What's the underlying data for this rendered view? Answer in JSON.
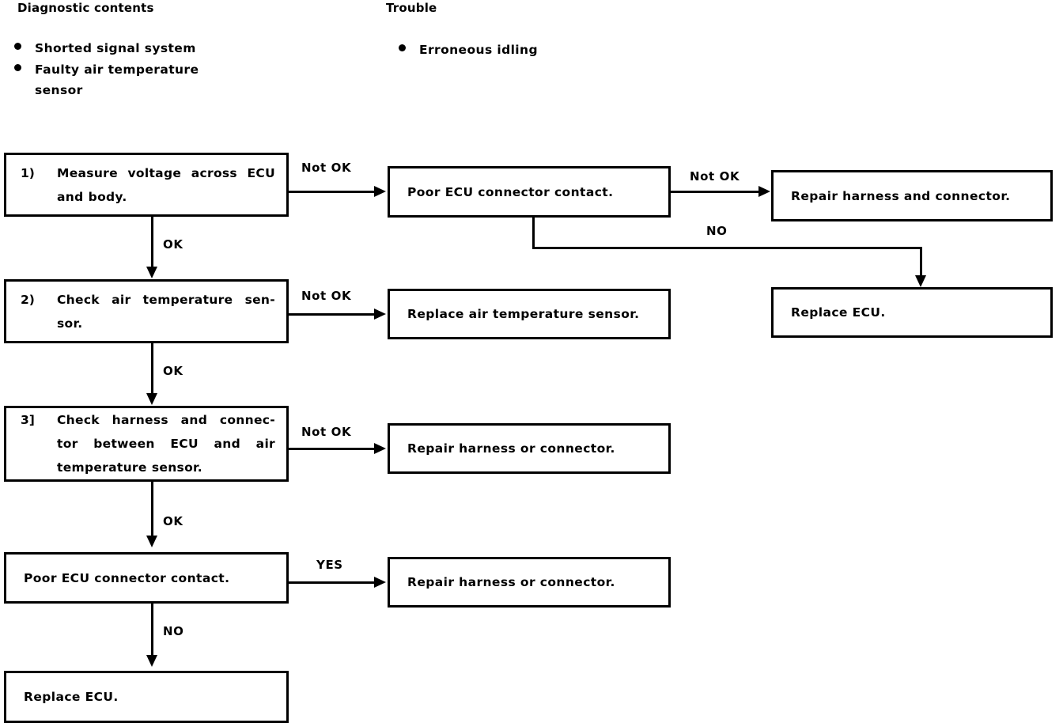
{
  "header": {
    "diagnostic_contents_title": "Diagnostic contents",
    "trouble_title": "Trouble",
    "diagnostic_items": [
      "Shorted signal system",
      "Faulty air temperature\nsensor"
    ],
    "trouble_items": [
      "Erroneous idling"
    ]
  },
  "flow": {
    "steps": [
      {
        "number": "1)",
        "text": "Measure voltage across ECU and body."
      },
      {
        "number": "2)",
        "text": "Check air temperature sen- sor."
      },
      {
        "number": "3]",
        "text": "Check harness and connec- tor between ECU and air temperature sensor."
      }
    ],
    "boxes": {
      "poor_contact_top": "Poor ECU connector contact.",
      "repair_harness_and_connector": "Repair harness and connector.",
      "replace_ecu_right": "Replace ECU.",
      "replace_air_temp_sensor": "Replace air temperature sensor.",
      "repair_harness_or_connector_1": "Repair harness or connector.",
      "poor_contact_bottom": "Poor ECU connector contact.",
      "repair_harness_or_connector_2": "Repair harness or connector.",
      "replace_ecu_bottom": "Replace ECU."
    },
    "edge_labels": {
      "not_ok_1": "Not OK",
      "not_ok_2": "Not OK",
      "not_ok_3": "Not OK",
      "not_ok_4": "Not OK",
      "ok_1": "OK",
      "ok_2": "OK",
      "ok_3": "OK",
      "yes_1": "YES",
      "no_top": "NO",
      "no_bottom": "NO"
    }
  }
}
